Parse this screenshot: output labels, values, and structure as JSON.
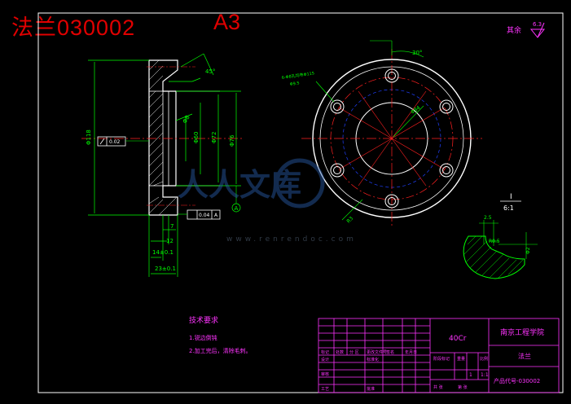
{
  "header": {
    "title": "法兰030002",
    "sheet_size": "A3"
  },
  "roughness": {
    "rest": "其余",
    "value": "6.3"
  },
  "front_view": {
    "dims": {
      "d_outer": "Φ118",
      "d_shaft": "Φ76",
      "d_72": "Φ72",
      "d_60": "Φ60",
      "d_small": "Φ8",
      "chamfer": "45°",
      "dim_7": "7",
      "dim_12": "12",
      "dim_14": "14±0.1",
      "dim_23": "23±0.1"
    },
    "tolerance_a": "0.02",
    "tolerance_b": "0.04",
    "datum": "A"
  },
  "side_view": {
    "angle": "30°",
    "hole_note_1": "6-Φ8孔均布Φ115",
    "hole_note_2": "Φ9.5",
    "pcd": "Φ84",
    "note_bottom": "R3"
  },
  "detail": {
    "label": "I",
    "scale": "6:1",
    "dim_a": "2.5",
    "dim_b": "R0.5",
    "dim_c": "Φ2"
  },
  "tech_req": {
    "heading": "技术要求",
    "line1": "1.锐边倒钝",
    "line2": "2.加工完后，清除毛刺。"
  },
  "watermark": {
    "cn": "人人文库",
    "url": "www.renrendoc.com"
  },
  "title_block": {
    "material": "40Cr",
    "school": "南京工程学院",
    "part_name": "法兰",
    "drawing_no": "产品代号-030002",
    "labels": {
      "mark": "标记",
      "count": "处数",
      "zone": "分 区",
      "change_doc": "更改文件号",
      "sign": "签名",
      "date": "年月日",
      "design": "设计",
      "standard": "标准化",
      "check": "审核",
      "process": "工艺",
      "approve": "批准",
      "stage": "阶段标记",
      "weight": "重量",
      "ratio": "比例",
      "sheets": "共 张",
      "sheet_no": "第 张"
    },
    "ratio_val": "1:1",
    "sheet_val": "1"
  }
}
